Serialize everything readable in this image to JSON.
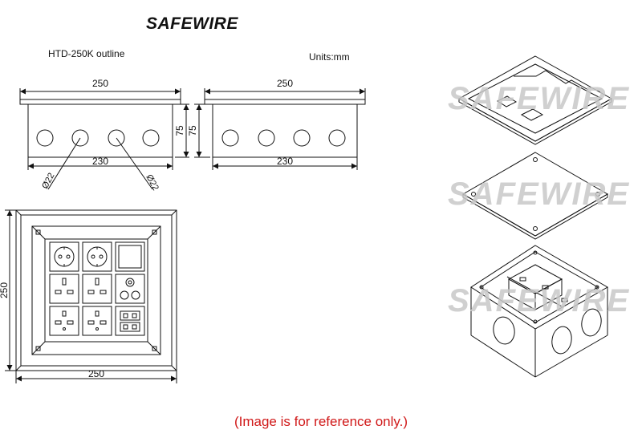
{
  "header": {
    "brand": "SAFEWIRE",
    "model": "HTD-250K outline",
    "units": "Units:mm"
  },
  "dimensions": {
    "front_top_width": "250",
    "front_bottom_width": "230",
    "front_height": "75",
    "hole_left": "Ø22",
    "hole_right": "Ø22",
    "side_top_width": "250",
    "side_bottom_width": "230",
    "side_height": "75",
    "plan_width": "250",
    "plan_height": "250"
  },
  "watermarks": [
    "SAFEWIRE",
    "SAFEWIRE",
    "SAFEWIRE"
  ],
  "footer": {
    "note": "(Image is for reference only.)"
  }
}
